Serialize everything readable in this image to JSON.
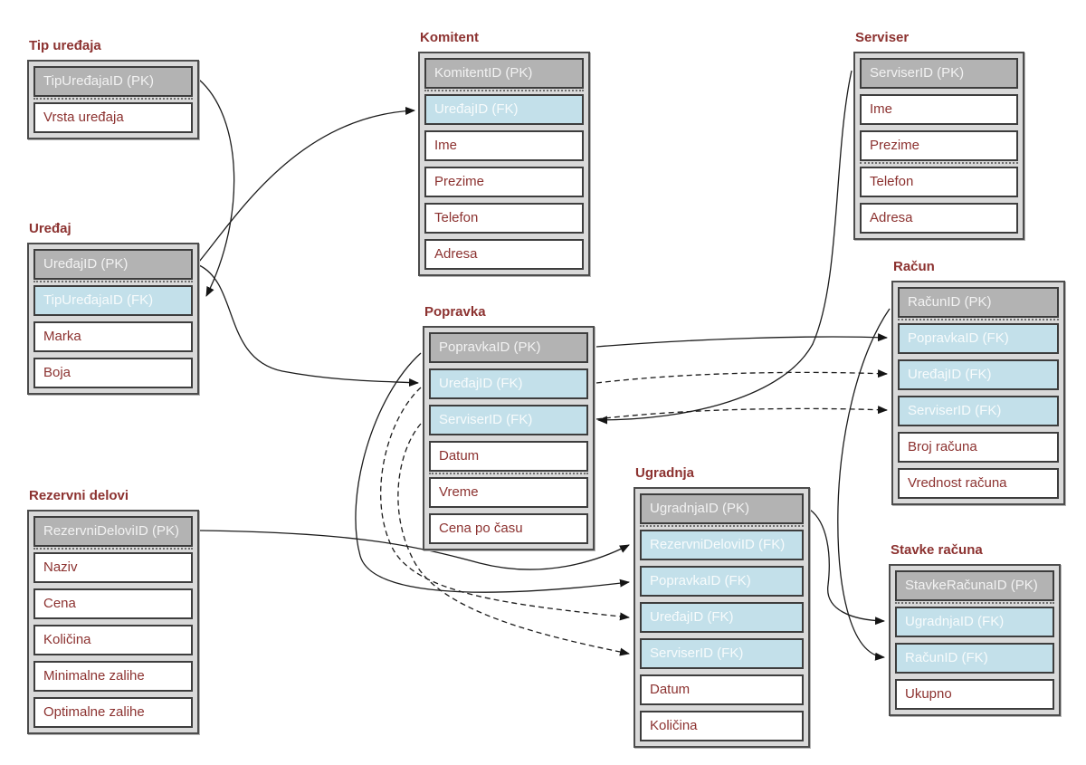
{
  "diagram": {
    "title": "Service database relationship diagram",
    "colors": {
      "pk_fill": "#b3b3b3",
      "fk_fill": "#c3e0ea",
      "row_text": "#8c3230",
      "title_text": "#8c3230"
    },
    "tables": [
      {
        "id": "tip-uredjaja",
        "title": "Tip uređaja",
        "divider_after": 0,
        "fields": [
          {
            "label": "TipUređajaID (PK)",
            "kind": "pk"
          },
          {
            "label": "Vrsta uređaja",
            "kind": "attr"
          }
        ]
      },
      {
        "id": "komitent",
        "title": "Komitent",
        "divider_after": 0,
        "fields": [
          {
            "label": "KomitentID (PK)",
            "kind": "pk"
          },
          {
            "label": "UređajID (FK)",
            "kind": "fk"
          },
          {
            "label": "Ime",
            "kind": "attr"
          },
          {
            "label": "Prezime",
            "kind": "attr"
          },
          {
            "label": "Telefon",
            "kind": "attr"
          },
          {
            "label": "Adresa",
            "kind": "attr"
          }
        ]
      },
      {
        "id": "serviser",
        "title": "Serviser",
        "divider_after": 2,
        "fields": [
          {
            "label": "ServiserID (PK)",
            "kind": "pk"
          },
          {
            "label": "Ime",
            "kind": "attr"
          },
          {
            "label": "Prezime",
            "kind": "attr"
          },
          {
            "label": "Telefon",
            "kind": "attr"
          },
          {
            "label": "Adresa",
            "kind": "attr"
          }
        ]
      },
      {
        "id": "uredjaj",
        "title": "Uređaj",
        "divider_after": 0,
        "fields": [
          {
            "label": "UređajID (PK)",
            "kind": "pk"
          },
          {
            "label": "TipUređajaID (FK)",
            "kind": "fk"
          },
          {
            "label": "Marka",
            "kind": "attr"
          },
          {
            "label": "Boja",
            "kind": "attr"
          }
        ]
      },
      {
        "id": "popravka",
        "title": "Popravka",
        "divider_after": 3,
        "fields": [
          {
            "label": "PopravkaID (PK)",
            "kind": "pk"
          },
          {
            "label": "UređajID (FK)",
            "kind": "fk"
          },
          {
            "label": "ServiserID (FK)",
            "kind": "fk"
          },
          {
            "label": "Datum",
            "kind": "attr"
          },
          {
            "label": "Vreme",
            "kind": "attr"
          },
          {
            "label": "Cena po času",
            "kind": "attr"
          }
        ]
      },
      {
        "id": "racun",
        "title": "Račun",
        "divider_after": 0,
        "fields": [
          {
            "label": "RačunID (PK)",
            "kind": "pk"
          },
          {
            "label": "PopravkaID (FK)",
            "kind": "fk"
          },
          {
            "label": "UređajID (FK)",
            "kind": "fk"
          },
          {
            "label": "ServiserID (FK)",
            "kind": "fk"
          },
          {
            "label": "Broj računa",
            "kind": "attr"
          },
          {
            "label": "Vrednost računa",
            "kind": "attr"
          }
        ]
      },
      {
        "id": "rezervni-delovi",
        "title": "Rezervni delovi",
        "divider_after": 0,
        "fields": [
          {
            "label": "RezervniDeloviID (PK)",
            "kind": "pk"
          },
          {
            "label": "Naziv",
            "kind": "attr"
          },
          {
            "label": "Cena",
            "kind": "attr"
          },
          {
            "label": "Količina",
            "kind": "attr"
          },
          {
            "label": "Minimalne zalihe",
            "kind": "attr"
          },
          {
            "label": "Optimalne zalihe",
            "kind": "attr"
          }
        ]
      },
      {
        "id": "ugradnja",
        "title": "Ugradnja",
        "divider_after": 0,
        "fields": [
          {
            "label": "UgradnjaID (PK)",
            "kind": "pk"
          },
          {
            "label": "RezervniDeloviID (FK)",
            "kind": "fk"
          },
          {
            "label": "PopravkaID (FK)",
            "kind": "fk"
          },
          {
            "label": "UređajID (FK)",
            "kind": "fk"
          },
          {
            "label": "ServiserID (FK)",
            "kind": "fk"
          },
          {
            "label": "Datum",
            "kind": "attr"
          },
          {
            "label": "Količina",
            "kind": "attr"
          }
        ]
      },
      {
        "id": "stavke-racuna",
        "title": "Stavke računa",
        "divider_after": 0,
        "fields": [
          {
            "label": "StavkeRačunaID (PK)",
            "kind": "pk"
          },
          {
            "label": "UgradnjaID (FK)",
            "kind": "fk"
          },
          {
            "label": "RačunID (FK)",
            "kind": "fk"
          },
          {
            "label": "Ukupno",
            "kind": "attr"
          }
        ]
      }
    ],
    "connections": [
      {
        "from": "Tip uređaja.TipUređajaID",
        "to": "Uređaj.TipUređajaID (FK)",
        "style": "solid"
      },
      {
        "from": "Uređaj.UređajID",
        "to": "Komitent.UređajID (FK)",
        "style": "solid"
      },
      {
        "from": "Uređaj.UređajID",
        "to": "Popravka.UređajID (FK)",
        "style": "solid"
      },
      {
        "from": "Serviser.ServiserID",
        "to": "Popravka.ServiserID (FK)",
        "style": "solid"
      },
      {
        "from": "Popravka.PopravkaID",
        "to": "Račun.PopravkaID (FK)",
        "style": "solid"
      },
      {
        "from": "Popravka.UređajID",
        "to": "Račun.UređajID (FK)",
        "style": "dashed"
      },
      {
        "from": "Popravka.ServiserID",
        "to": "Račun.ServiserID (FK)",
        "style": "dashed"
      },
      {
        "from": "Rezervni delovi.RezervniDeloviID",
        "to": "Ugradnja.RezervniDeloviID (FK)",
        "style": "solid"
      },
      {
        "from": "Popravka.PopravkaID",
        "to": "Ugradnja.PopravkaID (FK)",
        "style": "solid"
      },
      {
        "from": "Popravka.UređajID",
        "to": "Ugradnja.UređajID (FK)",
        "style": "dashed"
      },
      {
        "from": "Popravka.ServiserID",
        "to": "Ugradnja.ServiserID (FK)",
        "style": "dashed"
      },
      {
        "from": "Ugradnja.UgradnjaID",
        "to": "Stavke računa.UgradnjaID (FK)",
        "style": "solid"
      },
      {
        "from": "Račun.RačunID",
        "to": "Stavke računa.RačunID (FK)",
        "style": "solid"
      }
    ]
  }
}
